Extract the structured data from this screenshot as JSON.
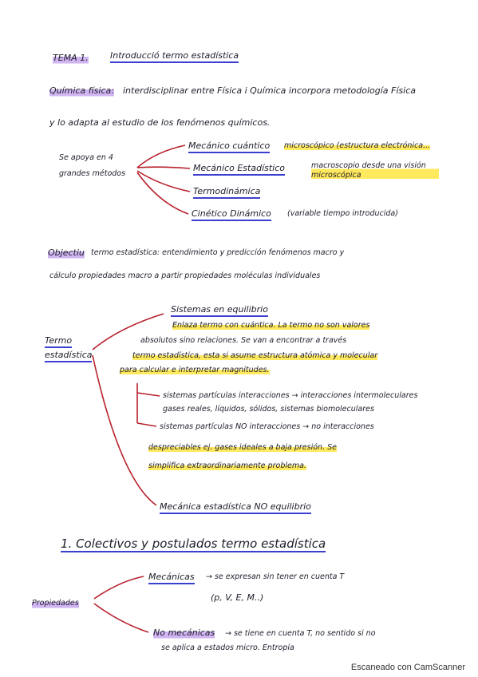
{
  "header": {
    "tema": "TEMA 1.",
    "title": "Introducció termo estadística"
  },
  "intro": {
    "term": "Química física:",
    "line1": "interdisciplinar entre Física i Química incorpora metodología Física",
    "line2": "y lo adapta al estudio de los fenómenos químicos."
  },
  "methods": {
    "label_1": "Se apoya en 4",
    "label_2": "grandes métodos",
    "items": [
      {
        "name": "Mecánico cuántico",
        "note": "microscópico (estructura electrónica..."
      },
      {
        "name": "Mecánico Estadístico",
        "note": "macroscopio desde una visión microscópica"
      },
      {
        "name": "Termodinámica",
        "note": ""
      },
      {
        "name": "Cinético Dinámico",
        "note": "(variable tiempo introducida)"
      }
    ]
  },
  "objective": {
    "term": "Objectiu",
    "line1": "termo estadística: entendimiento y predicción fenómenos macro y",
    "line2": "cálculo propiedades macro a partir propiedades moléculas individuales"
  },
  "termo": {
    "label_1": "Termo",
    "label_2": "estadística",
    "equilibrio_title": "Sistemas en equilibrio",
    "equilibrio_lines": [
      "Enlaza termo con cuántica. La termo no son valores",
      "absolutos sino relaciones. Se van a encontrar a través",
      "termo estadística, esta si asume estructura atómica y molecular",
      "para calcular e interpretar magnitudes."
    ],
    "sub_items": [
      {
        "line1": "sistemas partículas interacciones → interacciones intermoleculares",
        "line2": "gases reales, líquidos, sólidos, sistemas biomoleculares"
      },
      {
        "line1": "sistemas partículas NO interacciones → no interacciones",
        "line2": "despreciables ej. gases ideales a baja presión. Se",
        "line3": "simplifica extraordinariamente problema."
      }
    ],
    "no_equilibrio": "Mecánica estadística NO equilibrio"
  },
  "section1": {
    "title": "1. Colectivos y postulados termo estadística",
    "label": "Propiedades",
    "mecanicas": {
      "name": "Mecánicas",
      "line1": "→ se expresan sin tener en cuenta T",
      "line2": "(p, V, E, M..)"
    },
    "no_mecanicas": {
      "name": "No mecánicas",
      "line1": "→ se tiene en cuenta T, no sentido si no",
      "line2": "se aplica a estados micro. Entropía"
    }
  },
  "footer": {
    "scanner": "Escaneado con CamScanner"
  }
}
